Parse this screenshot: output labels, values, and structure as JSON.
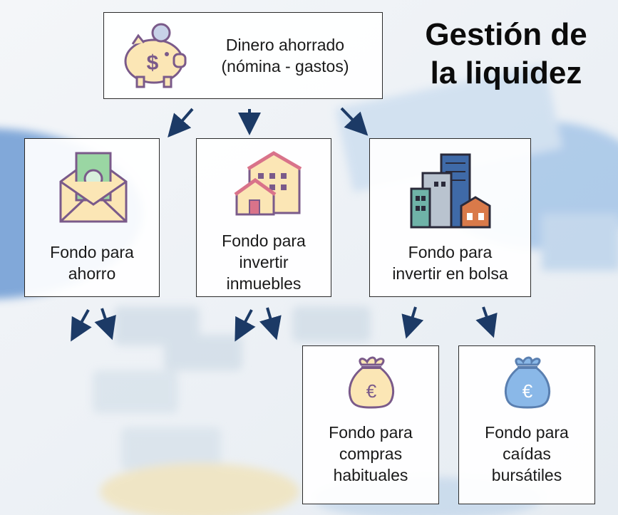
{
  "title": "Gestión de\nla liquidez",
  "boxes": {
    "root": {
      "label": "Dinero ahorrado\n(nómina - gastos)",
      "icon": "piggy-bank-icon"
    },
    "ahorro": {
      "label": "Fondo para\nahorro",
      "icon": "money-envelope-icon"
    },
    "inmuebles": {
      "label": "Fondo para\ninvertir\ninmuebles",
      "icon": "houses-icon"
    },
    "bolsa": {
      "label": "Fondo para\ninvertir en bolsa",
      "icon": "city-buildings-icon"
    },
    "compras": {
      "label": "Fondo para\ncompras\nhabituales",
      "icon": "euro-money-bag-icon"
    },
    "caidas": {
      "label": "Fondo para\ncaídas\nbursátiles",
      "icon": "euro-money-bag-blue-icon"
    }
  },
  "colors": {
    "arrow": "#1c3a66",
    "icon_outline": "#7a5a8a",
    "icon_cream": "#fbe6b5",
    "icon_green": "#9ad6a3",
    "icon_red": "#d9738a",
    "icon_blue": "#8ab8e8"
  }
}
